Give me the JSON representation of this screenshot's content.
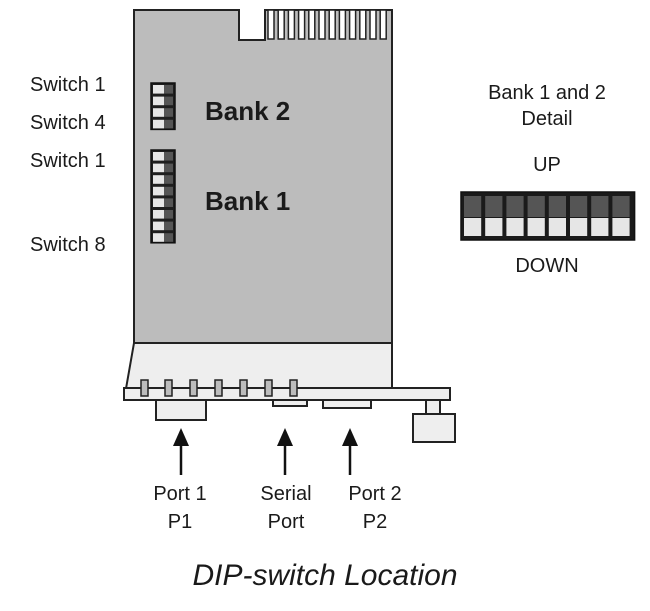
{
  "board": {
    "bank2": {
      "label": "Bank 2",
      "switch_count": 4,
      "top_label": "Switch 1",
      "bottom_label": "Switch 4"
    },
    "bank1": {
      "label": "Bank 1",
      "switch_count": 8,
      "top_label": "Switch 1",
      "bottom_label": "Switch 8"
    }
  },
  "detail": {
    "title_line1": "Bank 1 and 2",
    "title_line2": "Detail",
    "up_label": "UP",
    "down_label": "DOWN",
    "switch_count": 8
  },
  "ports": {
    "port1": {
      "line1": "Port 1",
      "line2": "P1"
    },
    "serial": {
      "line1": "Serial",
      "line2": "Port"
    },
    "port2": {
      "line1": "Port 2",
      "line2": "P2"
    }
  },
  "caption": "DIP-switch Location",
  "colors": {
    "board": "#bcbcbc",
    "outline": "#222222",
    "switch_dark": "#555555",
    "switch_light": "#e6e6e6",
    "panel": "#eeeeee"
  }
}
